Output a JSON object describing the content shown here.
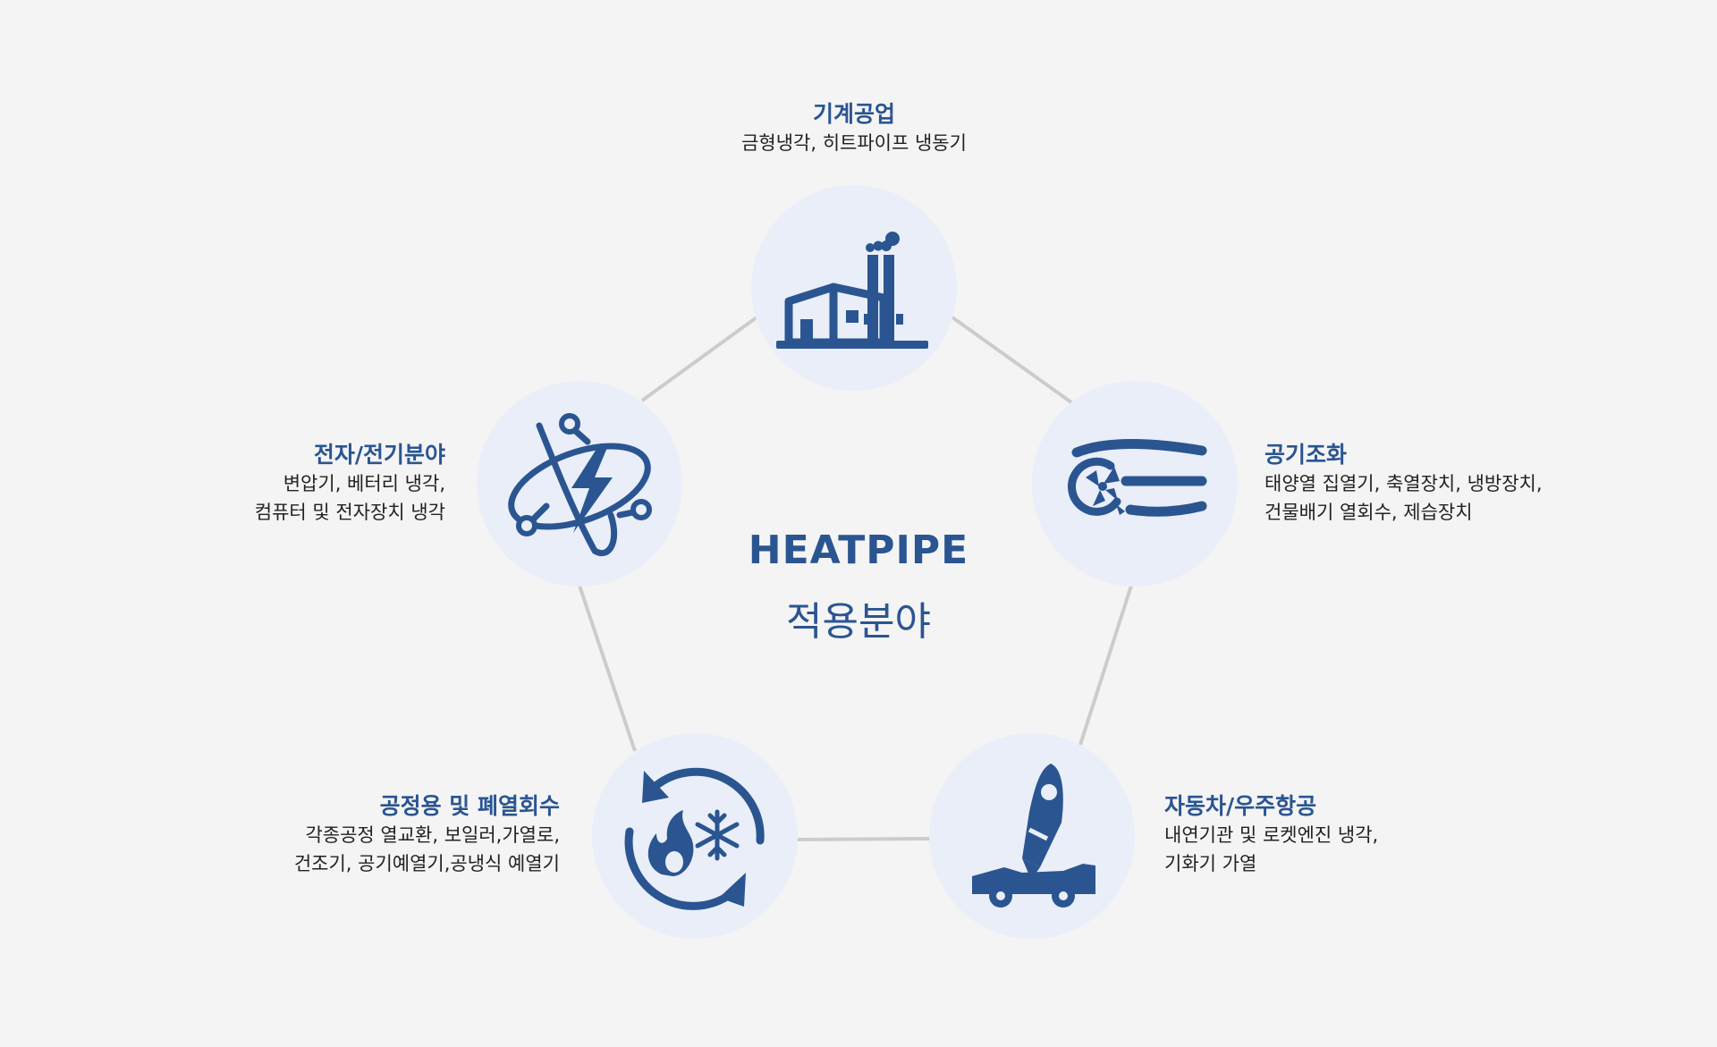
{
  "center": {
    "line1": "HEATPIPE",
    "line2": "적용분야"
  },
  "colors": {
    "accent": "#2a5591",
    "node_fill": "#e9eef8",
    "edge": "#cccccc",
    "background": "#f4f4f4"
  },
  "nodes": [
    {
      "icon": "factory-icon",
      "title": "기계공업",
      "desc": [
        "금형냉각, 히트파이프 냉동기"
      ]
    },
    {
      "icon": "air-fan-icon",
      "title": "공기조화",
      "desc": [
        "태양열 집열기, 축열장치, 냉방장치,",
        "건물배기 열회수, 제습장치"
      ]
    },
    {
      "icon": "rocket-car-icon",
      "title": "자동차/우주항공",
      "desc": [
        "내연기관 및 로켓엔진 냉각,",
        "기화기 가열"
      ]
    },
    {
      "icon": "heat-cold-cycle-icon",
      "title": "공정용 및 폐열회수",
      "desc": [
        "각종공정 열교환, 보일러,가열로,",
        "건조기, 공기예열기,공냉식 예열기"
      ]
    },
    {
      "icon": "atom-lightning-icon",
      "title": "전자/전기분야",
      "desc": [
        "변압기, 베터리 냉각,",
        "컴퓨터 및 전자장치 냉각"
      ]
    }
  ]
}
